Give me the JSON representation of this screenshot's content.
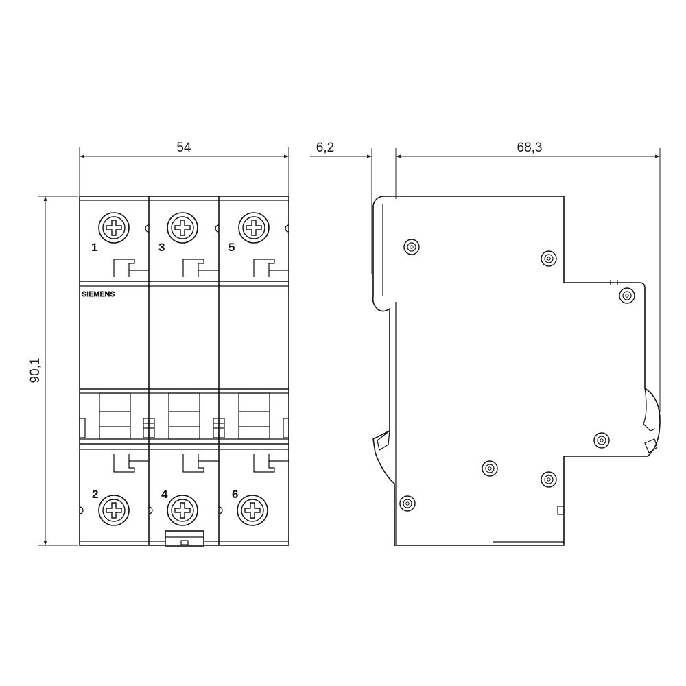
{
  "dimensions": {
    "front_width": "54",
    "depth_front": "6,2",
    "depth_total": "68,3",
    "height": "90,1"
  },
  "brand": {
    "label": "SIEMENS"
  },
  "terminals": {
    "top": [
      "1",
      "3",
      "5"
    ],
    "bottom": [
      "2",
      "4",
      "6"
    ]
  }
}
